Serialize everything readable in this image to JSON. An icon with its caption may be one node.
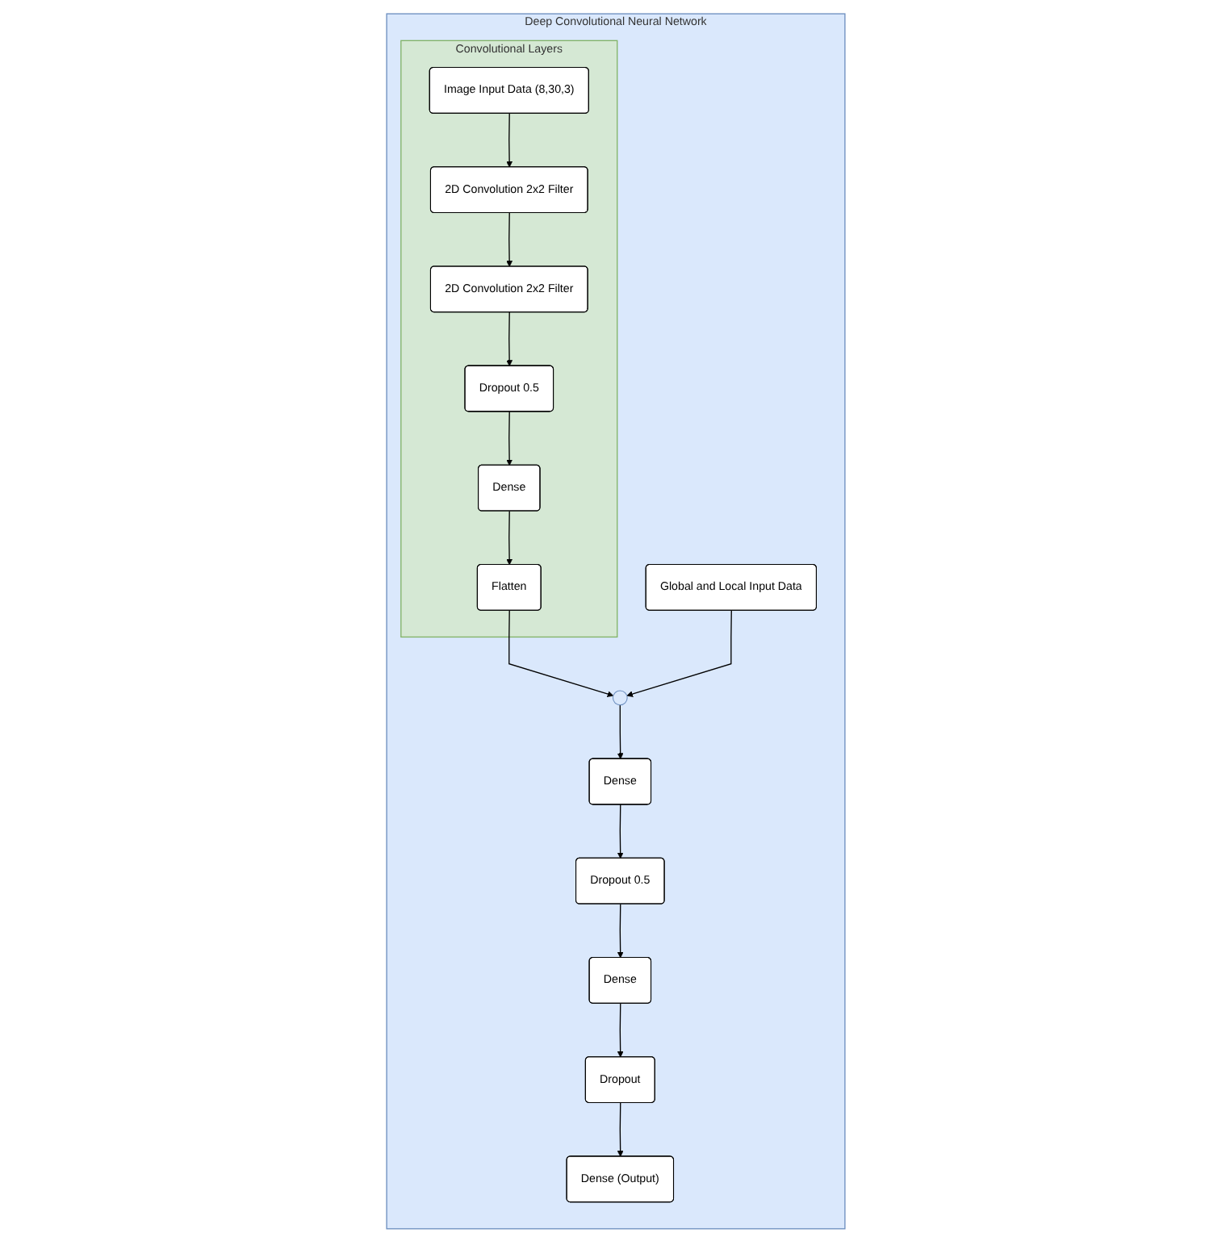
{
  "diagram": {
    "nodes": [
      {
        "text": [
          "Deep Convolutional Neural Network"
        ]
      },
      {
        "text": [
          "Convolutional Layers"
        ],
        "in": 0
      },
      {
        "text": [
          "Image Input Data (8,30,3)"
        ],
        "in": 1
      },
      {
        "text": [
          "2D Convolution 2x2 Filter"
        ],
        "in": 1
      },
      {
        "text": [
          "2D Convolution 2x2 Filter"
        ],
        "in": 1
      },
      {
        "text": [
          "Flatten"
        ],
        "in": 1
      },
      {
        "text": [
          "Dense"
        ],
        "in": 1
      },
      {
        "text": [
          "Dropout 0.5"
        ],
        "in": 1
      },
      {
        "text": [],
        "shape": "circle",
        "in": 0
      },
      {
        "text": [
          "Global and Local Input Data"
        ],
        "in": 0
      },
      {
        "text": [
          "Dense"
        ],
        "in": 0
      },
      {
        "text": [
          "Dropout 0.5"
        ],
        "in": 0
      },
      {
        "text": [
          "Dense"
        ],
        "in": 0
      },
      {
        "text": [
          "Dense (Output)"
        ],
        "in": 0
      },
      {
        "text": [
          "Dropout"
        ],
        "in": 0
      }
    ],
    "edges": [
      {
        "from": 2,
        "to": 3,
        "arrow": "to"
      },
      {
        "from": 3,
        "to": 4,
        "arrow": "to"
      },
      {
        "from": 4,
        "to": 7,
        "arrow": "to"
      },
      {
        "from": 7,
        "to": 6,
        "arrow": "to"
      },
      {
        "from": 6,
        "to": 5,
        "arrow": "to"
      },
      {
        "from": 5,
        "to": 8,
        "arrow": "to"
      },
      {
        "from": 9,
        "to": 8,
        "arrow": "to"
      },
      {
        "from": 8,
        "to": 10,
        "arrow": "to"
      },
      {
        "from": 10,
        "to": 11,
        "arrow": "to"
      },
      {
        "from": 11,
        "to": 12,
        "arrow": "to"
      },
      {
        "from": 12,
        "to": 14,
        "arrow": "to"
      },
      {
        "from": 14,
        "to": 13,
        "arrow": "to"
      }
    ]
  }
}
